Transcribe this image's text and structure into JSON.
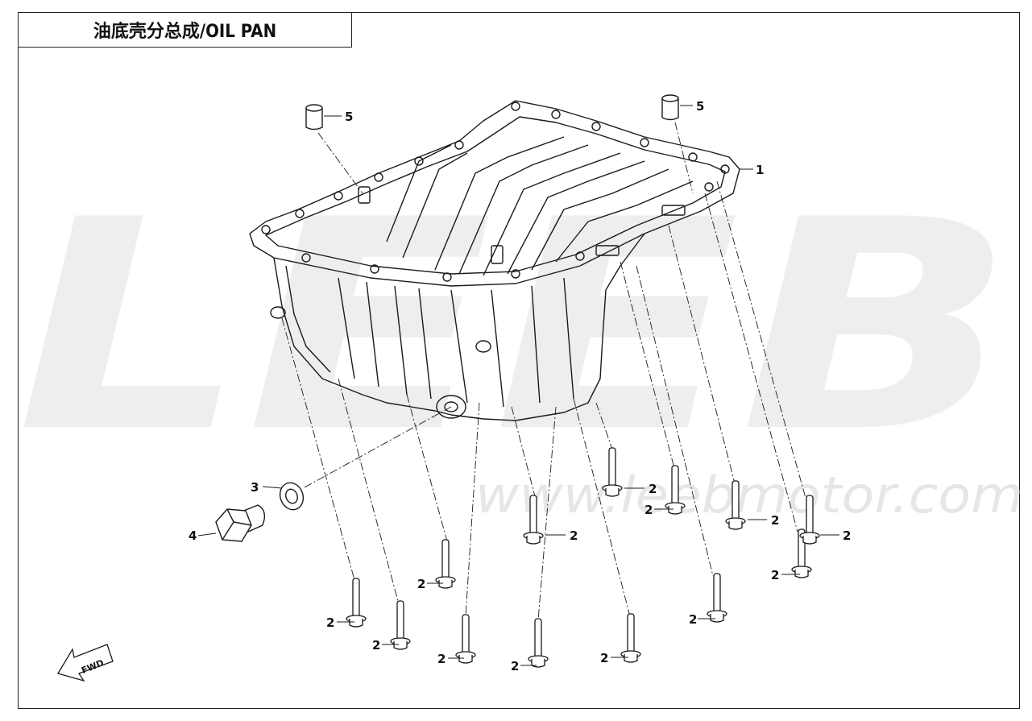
{
  "header": {
    "title": "油底壳分总成/OIL PAN"
  },
  "watermark": {
    "brand": "LEEB",
    "url": "www.leebmotor.com",
    "color": "#ececec"
  },
  "direction_marker": {
    "label": "FWD"
  },
  "callouts": {
    "oil_pan": "1",
    "bolt": "2",
    "washer": "3",
    "drain_plug": "4",
    "dowel_pin": "5"
  },
  "colors": {
    "line": "#1a1a1a",
    "frame": "#222222",
    "watermark": "#ececec"
  }
}
